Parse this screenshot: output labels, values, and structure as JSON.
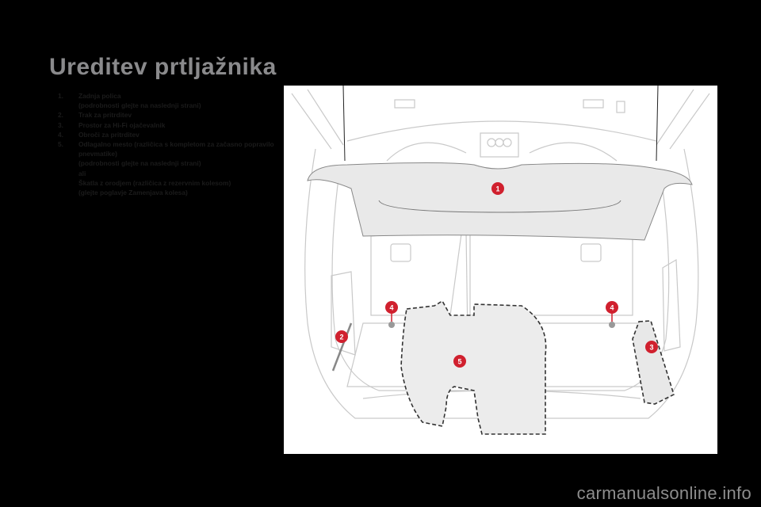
{
  "page": {
    "title": "Ureditev prtljažnika",
    "items": [
      {
        "num": "1.",
        "label": "Zadnja polica",
        "lines": [
          "(podrobnosti glejte na naslednji strani)"
        ]
      },
      {
        "num": "2.",
        "label": "Trak za pritrditev",
        "lines": []
      },
      {
        "num": "3.",
        "label": "Prostor za Hi-Fi ojačevalnik",
        "lines": []
      },
      {
        "num": "4.",
        "label": "Obroči za pritrditev",
        "lines": []
      },
      {
        "num": "5.",
        "label": "Odlagalno mesto (različica s kompletom za začasno popravilo pnevmatike)",
        "lines": [
          "(podrobnosti glejte na naslednji strani)",
          "ali",
          "Škatla z orodjem (različica z rezervnim kolesom)",
          "(glejte poglavje Zamenjava kolesa)"
        ]
      }
    ]
  },
  "figure": {
    "description": "Luggage compartment illustration",
    "markers": [
      "1",
      "2",
      "3",
      "4",
      "4",
      "5"
    ],
    "marker_color": "#d0202e"
  },
  "footer": {
    "watermark": "carmanualsonline.info"
  }
}
